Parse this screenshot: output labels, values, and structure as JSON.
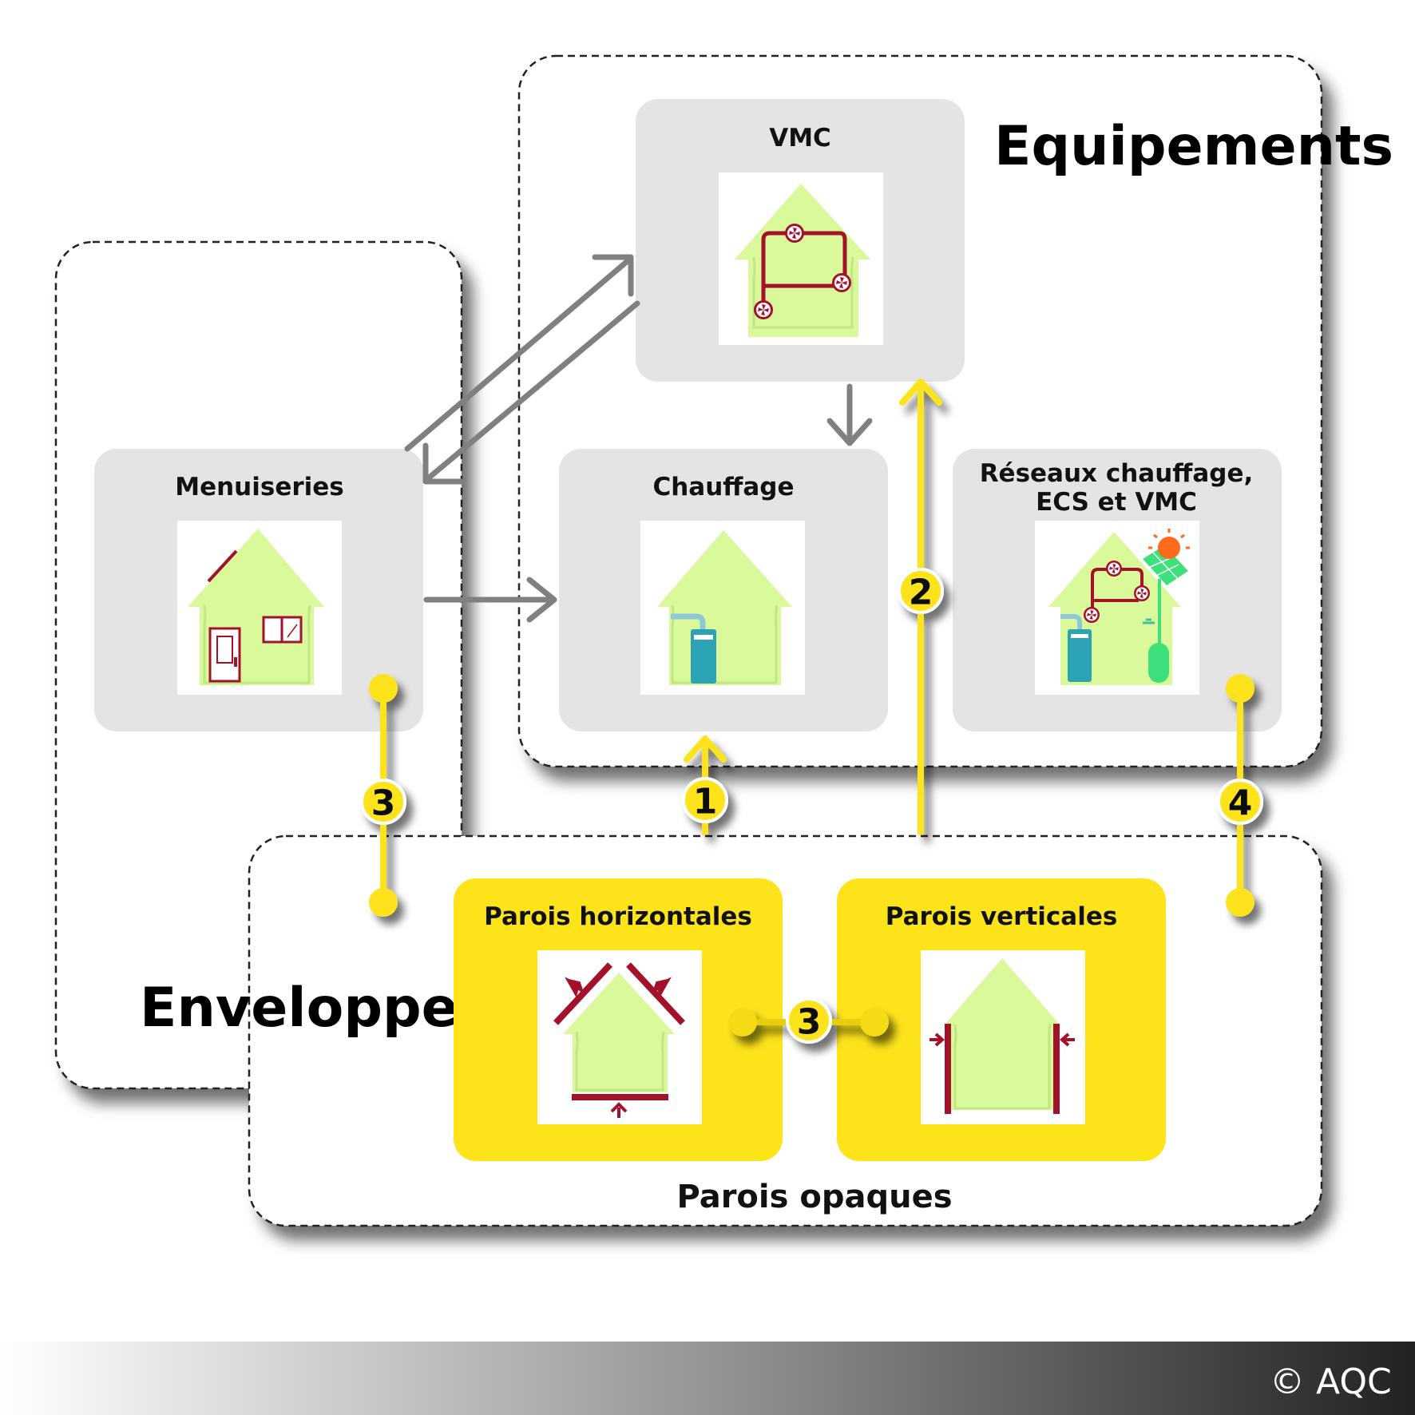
{
  "groups": {
    "equipements": "Equipements",
    "enveloppe": "Enveloppe",
    "parois_opaques": "Parois opaques"
  },
  "cards": {
    "vmc": "VMC",
    "menuiseries": "Menuiseries",
    "chauffage": "Chauffage",
    "reseaux_line1": "Réseaux chauffage,",
    "reseaux_line2": "ECS et VMC",
    "parois_horizontales": "Parois horizontales",
    "parois_verticales": "Parois verticales"
  },
  "badges": {
    "menuiseries_link": "3",
    "chauffage_link": "1",
    "vmc_link": "2",
    "reseaux_link": "4",
    "parois_link": "3"
  },
  "footer": {
    "copyright": "© AQC"
  },
  "colors": {
    "yellow": "#fce31a",
    "card_grey": "#e4e4e4",
    "house_green": "#d9f99a",
    "pipe_red": "#a3122a",
    "boiler_teal": "#2ba3b4",
    "arrow_grey": "#808080"
  }
}
